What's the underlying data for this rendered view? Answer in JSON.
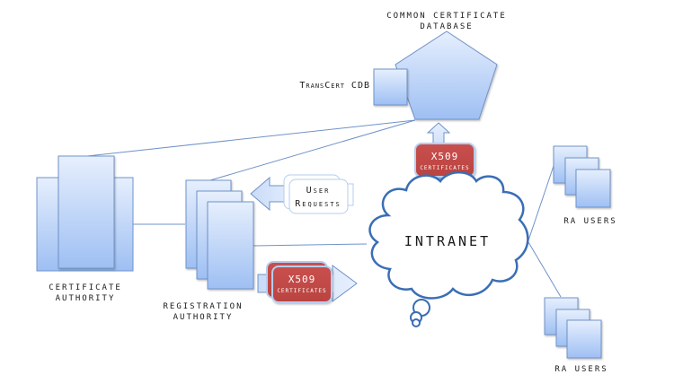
{
  "diagram": {
    "nodes": {
      "database": {
        "title_line1": "COMMON CERTIFICATE",
        "title_line2": "DATABASE",
        "sub_label": "TransCert CDB",
        "shape": "pentagon"
      },
      "certificate_authority": {
        "line1": "CERTIFICATE",
        "line2": "AUTHORITY"
      },
      "registration_authority": {
        "line1": "REGISTRATION",
        "line2": "AUTHORITY"
      },
      "user_requests": {
        "line1": "User",
        "line2": "Requests"
      },
      "intranet": {
        "label": "INTRANET",
        "shape": "cloud"
      },
      "ra_users_top": {
        "label": "RA USERS"
      },
      "ra_users_bottom": {
        "label": "RA USERS"
      },
      "cert_top": {
        "line1": "X509",
        "line2": "CERTIFICATES"
      },
      "cert_bottom": {
        "line1": "X509",
        "line2": "CERTIFICATES"
      }
    },
    "edges": [
      {
        "from": "database",
        "to": "certificate_authority",
        "type": "line"
      },
      {
        "from": "database",
        "to": "registration_authority",
        "type": "line"
      },
      {
        "from": "certificate_authority",
        "to": "registration_authority",
        "type": "line"
      },
      {
        "from": "registration_authority",
        "to": "intranet",
        "type": "line"
      },
      {
        "from": "intranet",
        "to": "ra_users_top",
        "type": "line"
      },
      {
        "from": "intranet",
        "to": "ra_users_bottom",
        "type": "line"
      },
      {
        "from": "database",
        "to": "intranet",
        "type": "double-arrow",
        "via": "cert_top"
      },
      {
        "from": "user_requests",
        "to": "registration_authority",
        "type": "arrow"
      },
      {
        "from": "registration_authority",
        "to": "intranet",
        "type": "arrow",
        "via": "cert_bottom"
      }
    ],
    "colors": {
      "box_fill_top": "#e3edfc",
      "box_fill_bottom": "#9fc0f4",
      "box_stroke": "#6f93c8",
      "cert_fill": "#c0504d",
      "cloud_stroke": "#3a6eb5",
      "text": "#1a1a1a"
    }
  }
}
